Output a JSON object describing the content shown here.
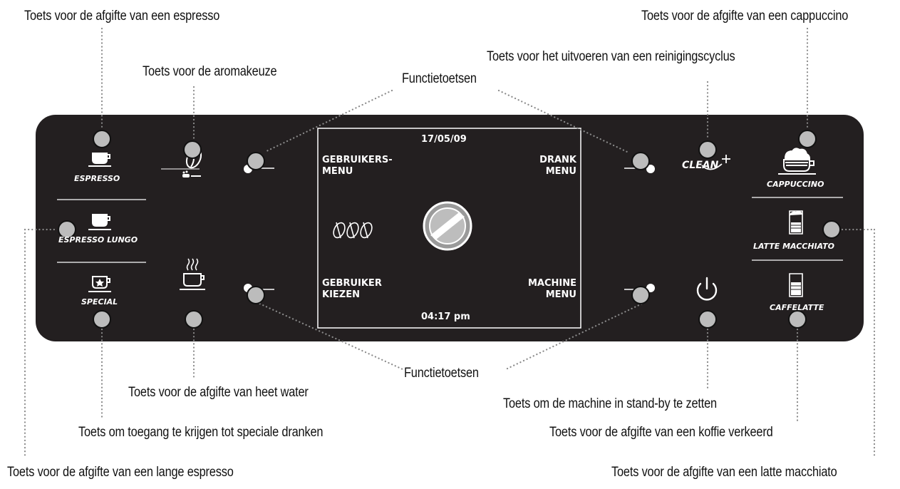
{
  "callouts": {
    "espresso": "Toets voor de afgifte van een espresso",
    "cappuccino": "Toets voor de afgifte van een cappuccino",
    "clean": "Toets voor het uitvoeren van een reinigingscyclus",
    "aroma": "Toets voor de aromakeuze",
    "function_top": "Functietoetsen",
    "function_bottom": "Functietoetsen",
    "hot_water": "Toets voor de afgifte van heet water",
    "standby": "Toets om de machine in stand-by te zetten",
    "special": "Toets om toegang te krijgen tot speciale dranken",
    "caffelatte": "Toets voor de afgifte van een koffie verkeerd",
    "lungo": "Toets voor de afgifte van een lange espresso",
    "latte_macchiato": "Toets voor de afgifte van een latte macchiato"
  },
  "panel": {
    "labels": {
      "espresso": "ESPRESSO",
      "espresso_lungo": "ESPRESSO LUNGO",
      "special": "SPECIAL",
      "clean": "CLEAN",
      "cappuccino": "CAPPUCCINO",
      "latte_macchiato": "LATTE MACCHIATO",
      "caffelatte": "CAFFELATTE"
    },
    "screen": {
      "date": "17/05/09",
      "time": "04:17 pm",
      "top_left": [
        "GEBRUIKERS-",
        "MENU"
      ],
      "top_right": [
        "DRANK",
        "MENU"
      ],
      "bottom_left": [
        "GEBRUIKER",
        "KIEZEN"
      ],
      "bottom_right": [
        "MACHINE",
        "MENU"
      ]
    }
  },
  "colors": {
    "panel": "#231f20",
    "marker_fill": "#bcbcbc",
    "leader": "#8a8a8a",
    "screen_border": "#ffffff"
  },
  "icons": [
    "cup-icon",
    "bean-icon",
    "steam-cup-icon",
    "star-cup-icon",
    "clean-icon",
    "power-icon",
    "beans-strength-icon",
    "logo-icon",
    "glass-icon",
    "cappuccino-cup-icon"
  ]
}
